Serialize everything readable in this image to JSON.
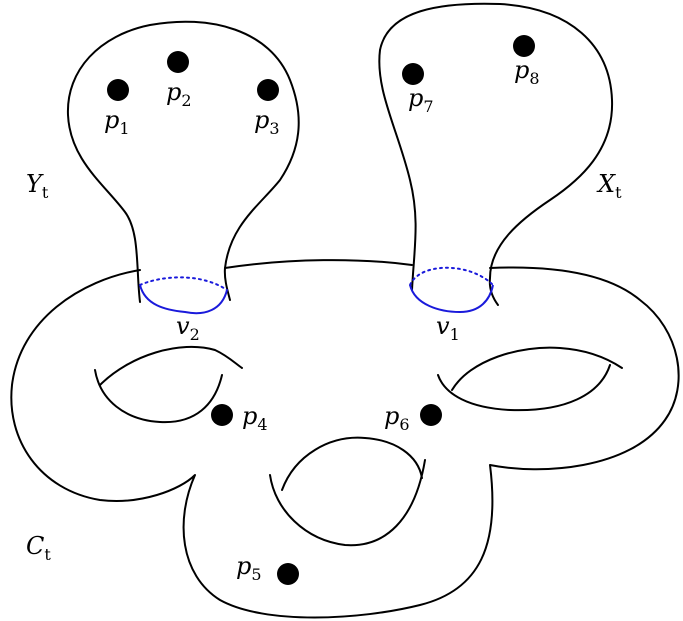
{
  "labels": {
    "Y": {
      "base": "Y",
      "sub": "t"
    },
    "X": {
      "base": "X",
      "sub": "t"
    },
    "C": {
      "base": "C",
      "sub": "t"
    },
    "v1": {
      "base": "v",
      "sub": "1"
    },
    "v2": {
      "base": "v",
      "sub": "2"
    },
    "p1": {
      "base": "p",
      "sub": "1"
    },
    "p2": {
      "base": "p",
      "sub": "2"
    },
    "p3": {
      "base": "p",
      "sub": "3"
    },
    "p4": {
      "base": "p",
      "sub": "4"
    },
    "p5": {
      "base": "p",
      "sub": "5"
    },
    "p6": {
      "base": "p",
      "sub": "6"
    },
    "p7": {
      "base": "p",
      "sub": "7"
    },
    "p8": {
      "base": "p",
      "sub": "8"
    }
  },
  "colors": {
    "curve": "#000000",
    "vanishing_cycle": "#1a1adb"
  }
}
